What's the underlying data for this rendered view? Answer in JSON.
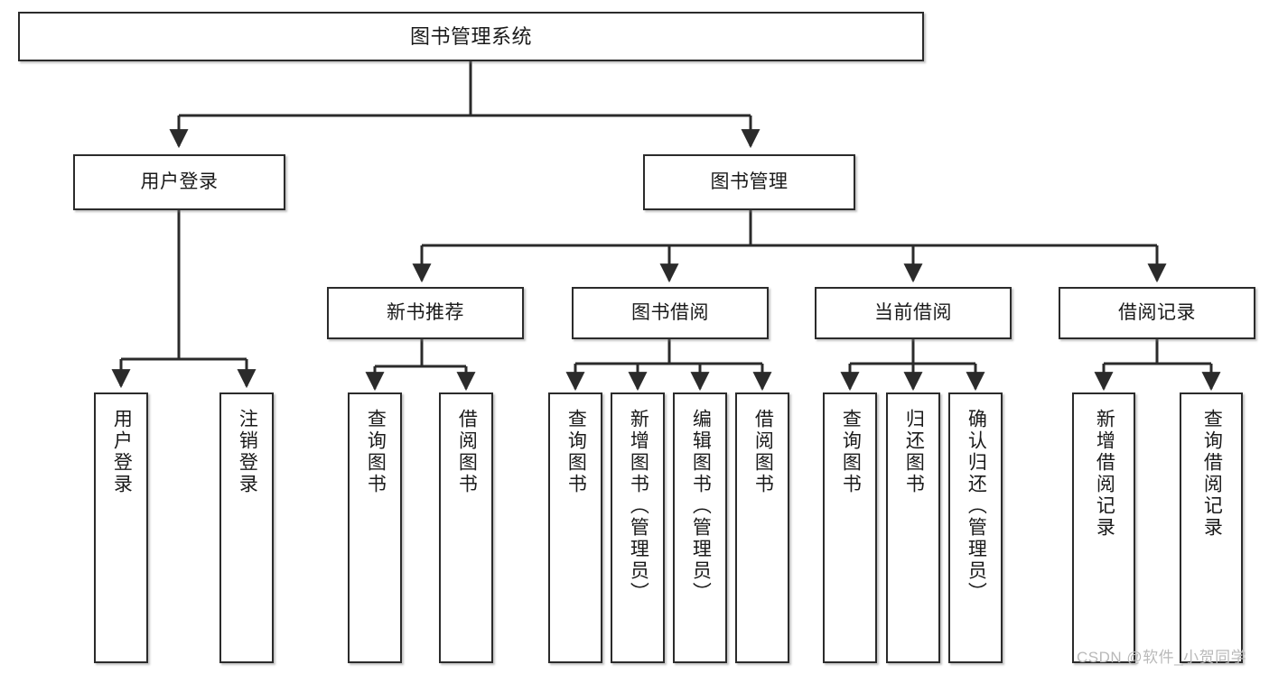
{
  "diagram": {
    "title": "图书管理系统",
    "watermark": "CSDN @软件_小贺同学",
    "levels": {
      "root": {
        "label": "图书管理系统"
      },
      "level2": [
        {
          "label": "用户登录"
        },
        {
          "label": "图书管理"
        }
      ],
      "level3": [
        {
          "label": "新书推荐"
        },
        {
          "label": "图书借阅"
        },
        {
          "label": "当前借阅"
        },
        {
          "label": "借阅记录"
        }
      ],
      "leaves": [
        {
          "label": "用户登录"
        },
        {
          "label": "注销登录"
        },
        {
          "label": "查询图书"
        },
        {
          "label": "借阅图书"
        },
        {
          "label": "查询图书"
        },
        {
          "label": "新增图书（管理员）"
        },
        {
          "label": "编辑图书（管理员）"
        },
        {
          "label": "借阅图书"
        },
        {
          "label": "查询图书"
        },
        {
          "label": "归还图书"
        },
        {
          "label": "确认归还（管理员）"
        },
        {
          "label": "新增借阅记录"
        },
        {
          "label": "查询借阅记录"
        }
      ]
    },
    "colors": {
      "border": "#2b2b2b",
      "background": "#ffffff",
      "text": "#1a1a1a",
      "watermark": "#b9b9b9"
    }
  }
}
